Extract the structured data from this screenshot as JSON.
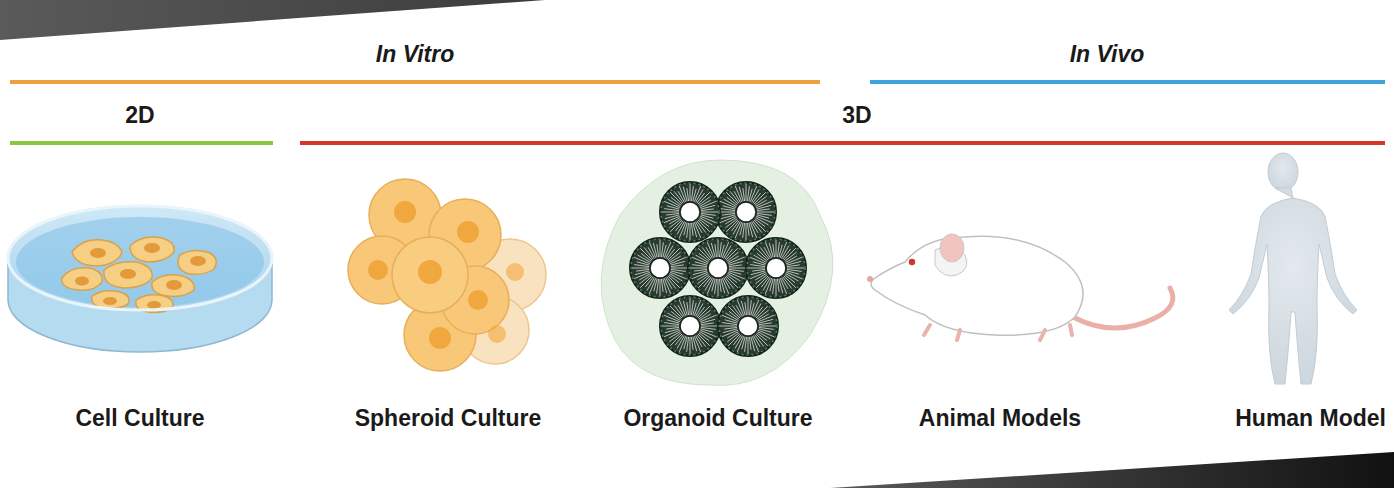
{
  "diagram": {
    "labels": [
      "In Vitro",
      "In Vivo",
      "2D",
      "3D",
      "Cell Culture",
      "Spheroid Culture",
      "Organoid Culture",
      "Animal Models",
      "Human Model"
    ]
  }
}
